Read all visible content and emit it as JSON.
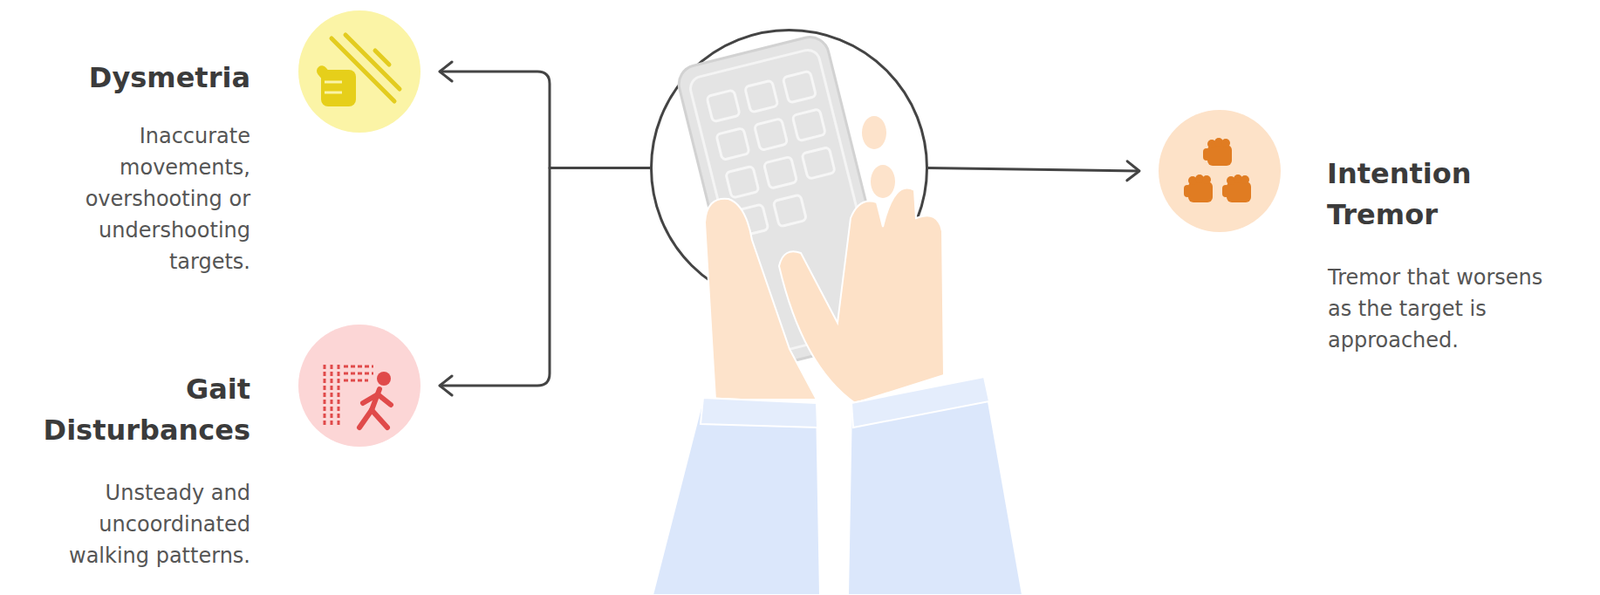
{
  "diagram": {
    "nodes": [
      {
        "text": [
          "Dysmetria",
          "Inaccurate movements, overshooting or undershooting targets."
        ]
      },
      {
        "text": [
          "Gait Disturbances",
          "Unsteady and uncoordinated walking patterns."
        ]
      },
      {
        "text": []
      },
      {
        "text": [
          "Intention Tremor",
          "Tremor that worsens as the target is approached."
        ]
      }
    ],
    "edges": [
      {
        "from": 2,
        "to": 0,
        "arrow": "to"
      },
      {
        "from": 2,
        "to": 1,
        "arrow": "to"
      },
      {
        "from": 2,
        "to": 3,
        "arrow": "to"
      }
    ]
  }
}
